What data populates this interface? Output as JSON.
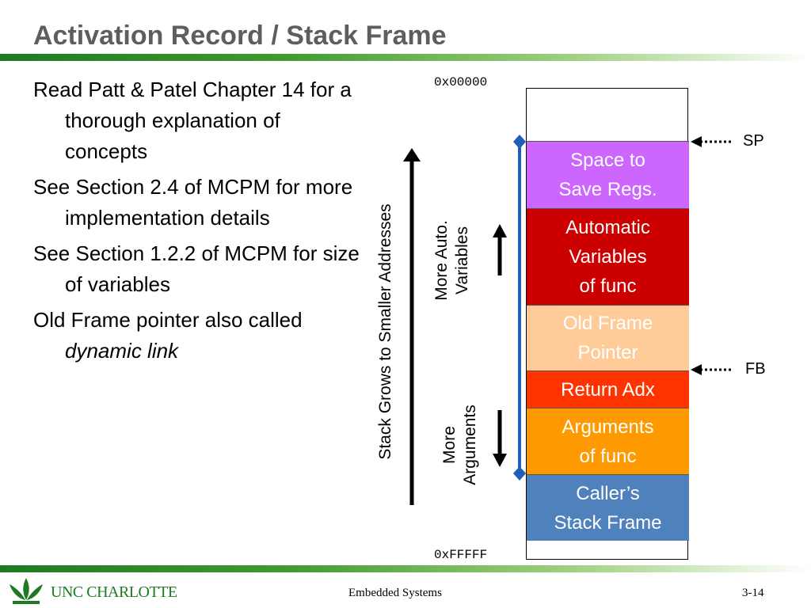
{
  "title": "Activation Record / Stack Frame",
  "bullets": [
    {
      "text": "Read Patt & Patel Chapter 14 for a thorough explanation of concepts"
    },
    {
      "text": "See Section 2.4 of MCPM for more implementation details"
    },
    {
      "text": "See Section 1.2.2 of MCPM for size of variables"
    },
    {
      "text_before": "Old Frame pointer also called ",
      "text_italic": "dynamic link"
    }
  ],
  "diagram": {
    "addr_top": "0x00000",
    "addr_bottom": "0xFFFFF",
    "grows_label": "Stack Grows to Smaller Addresses",
    "more_auto_label": [
      "More Auto.",
      "Variables"
    ],
    "more_args_label": [
      "More",
      "Arguments"
    ],
    "sp_label": "SP",
    "fb_label": "FB",
    "frames": [
      {
        "lines": [
          "Space to",
          "Save Regs."
        ],
        "color": "#cc66ff"
      },
      {
        "lines": [
          "Automatic",
          "Variables",
          "of func"
        ],
        "color": "#cc0000"
      },
      {
        "lines": [
          "Old Frame",
          "Pointer"
        ],
        "color": "#ffcc99"
      },
      {
        "lines": [
          "Return Adx"
        ],
        "color": "#ff3300"
      },
      {
        "lines": [
          "Arguments",
          "of func"
        ],
        "color": "#ff9900"
      },
      {
        "lines": [
          "Caller’s",
          "Stack Frame"
        ],
        "color": "#4f81bd"
      }
    ],
    "bracket_color": "#1f5fb8"
  },
  "footer": {
    "logo": "UNC CHARLOTTE",
    "center": "Embedded Systems",
    "page": "3-14"
  }
}
